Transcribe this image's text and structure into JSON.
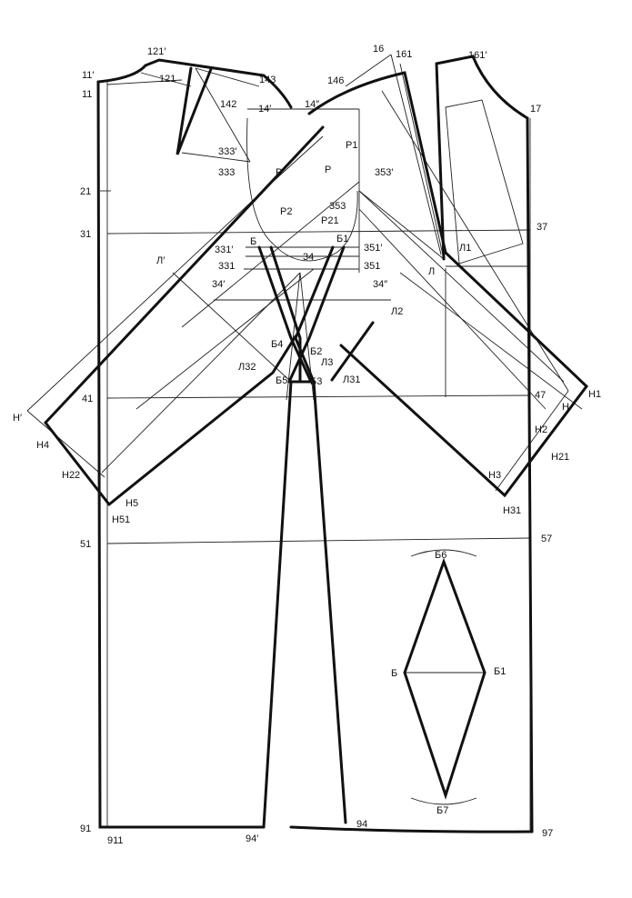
{
  "labels": {
    "p121p": "121′",
    "p11p": "11′",
    "p121": "121",
    "p11": "11",
    "p143": "143",
    "p142": "142",
    "p14p": "14′",
    "p14pp": "14″",
    "p146": "146",
    "p16": "16",
    "p161": "161",
    "p161p": "161′",
    "p17": "17",
    "p333p": "333′",
    "p333": "333",
    "pP1": "Р1",
    "pP": "Р",
    "pPp": "Р′",
    "p353p": "353′",
    "p21": "21",
    "p353": "353",
    "pP2": "Р2",
    "pP21": "Р21",
    "p31": "31",
    "p37": "37",
    "pB": "Б",
    "pB1": "Б1",
    "p331p": "331′",
    "p351p": "351′",
    "pL1": "Л1",
    "pLp": "Л′",
    "p34": "34",
    "p331": "331",
    "p351": "351",
    "pL": "Л",
    "p34p": "34′",
    "p34pp": "34″",
    "pL2": "Л2",
    "pB4": "Б4",
    "pB2": "Б2",
    "pL3": "Л3",
    "pL32": "Л32",
    "pB5": "Б5",
    "pB3": "Б3",
    "pL31": "Л31",
    "pH1": "Н1",
    "p41": "41",
    "p47": "47",
    "pH": "Н",
    "pHp": "Н′",
    "pH2": "Н2",
    "pH4": "Н4",
    "pH21": "Н21",
    "pH22": "Н22",
    "pH3": "Н3",
    "pH5": "Н5",
    "pH31": "Н31",
    "pH51": "Н51",
    "p51": "51",
    "p57": "57",
    "pB6": "Б6",
    "pBd": "Б",
    "pB1d": "Б1",
    "pB7": "Б7",
    "p91": "91",
    "p911": "911",
    "p94p": "94′",
    "p94": "94",
    "p97": "97"
  }
}
